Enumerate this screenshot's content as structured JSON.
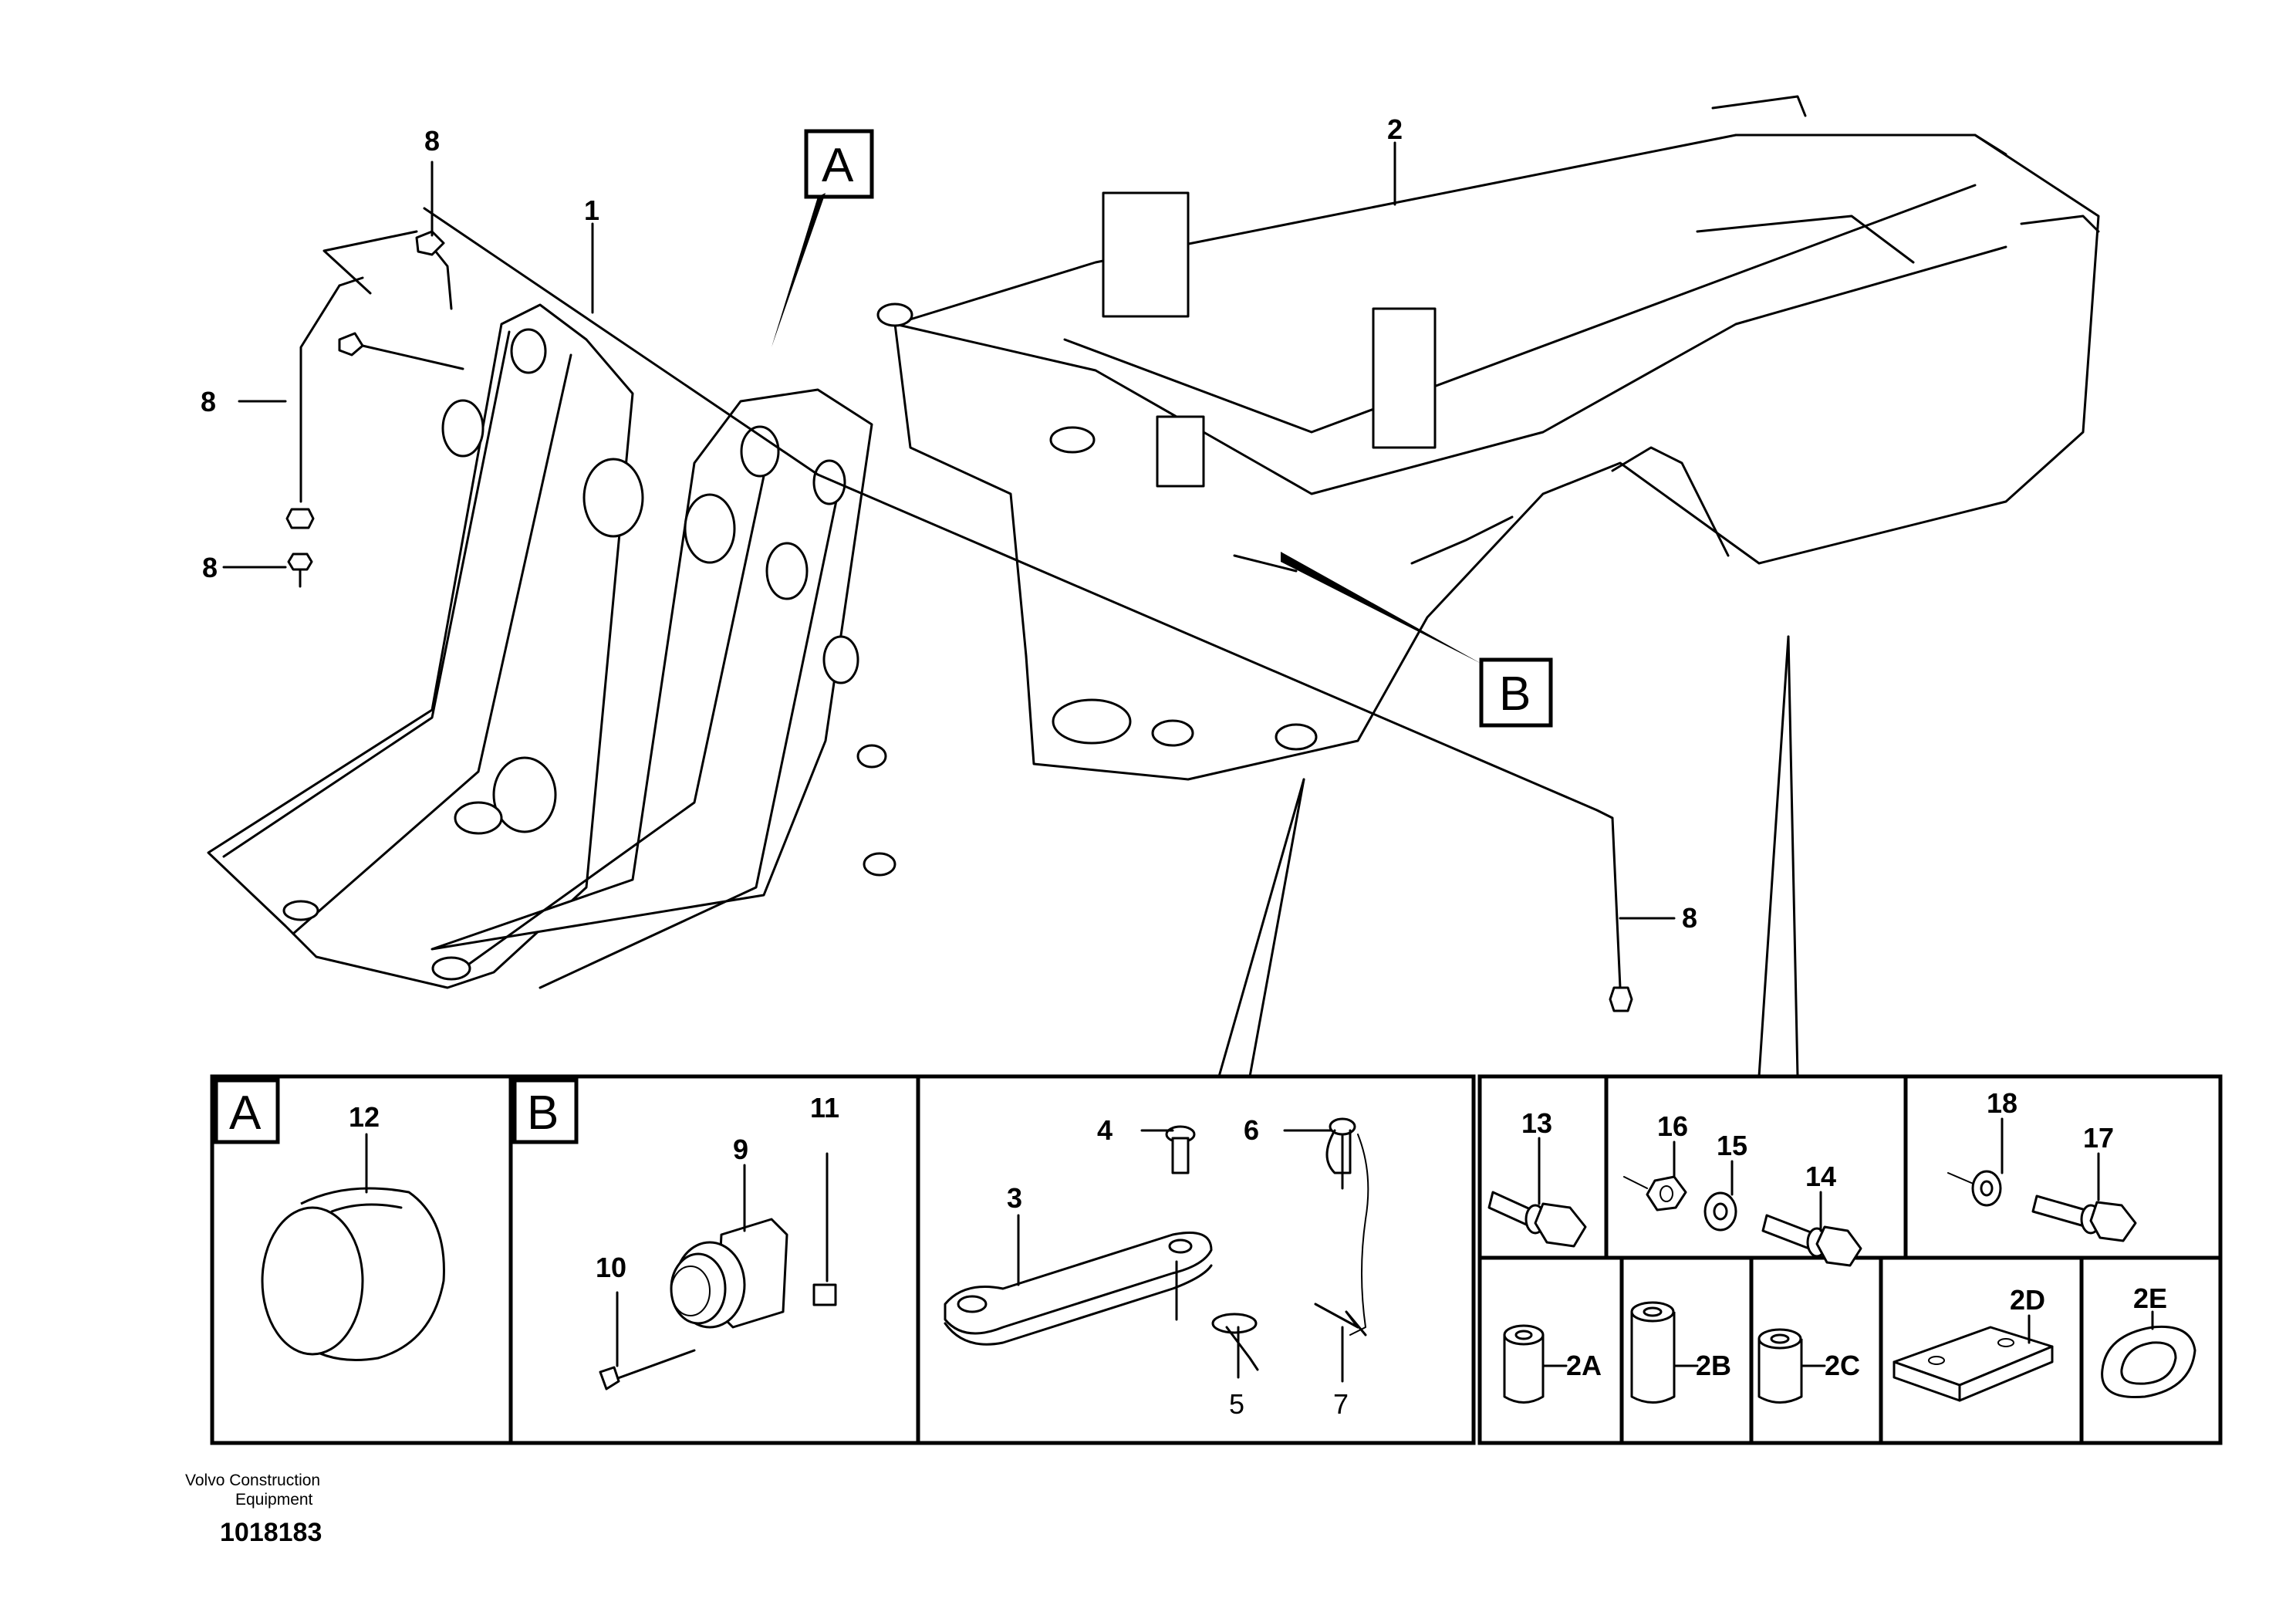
{
  "callouts": {
    "c1": "1",
    "c2": "2",
    "c3": "3",
    "c4": "4",
    "c5": "5",
    "c6": "6",
    "c7": "7",
    "c8": "8",
    "c9": "9",
    "c10": "10",
    "c11": "11",
    "c12": "12",
    "c13": "13",
    "c14": "14",
    "c15": "15",
    "c16": "16",
    "c17": "17",
    "c18": "18",
    "c2A": "2A",
    "c2B": "2B",
    "c2C": "2C",
    "c2D": "2D",
    "c2E": "2E"
  },
  "views": {
    "A": "A",
    "B": "B"
  },
  "footer": {
    "company_line1": "Volvo Construction",
    "company_line2": "Equipment",
    "drawing_number": "1018183"
  }
}
